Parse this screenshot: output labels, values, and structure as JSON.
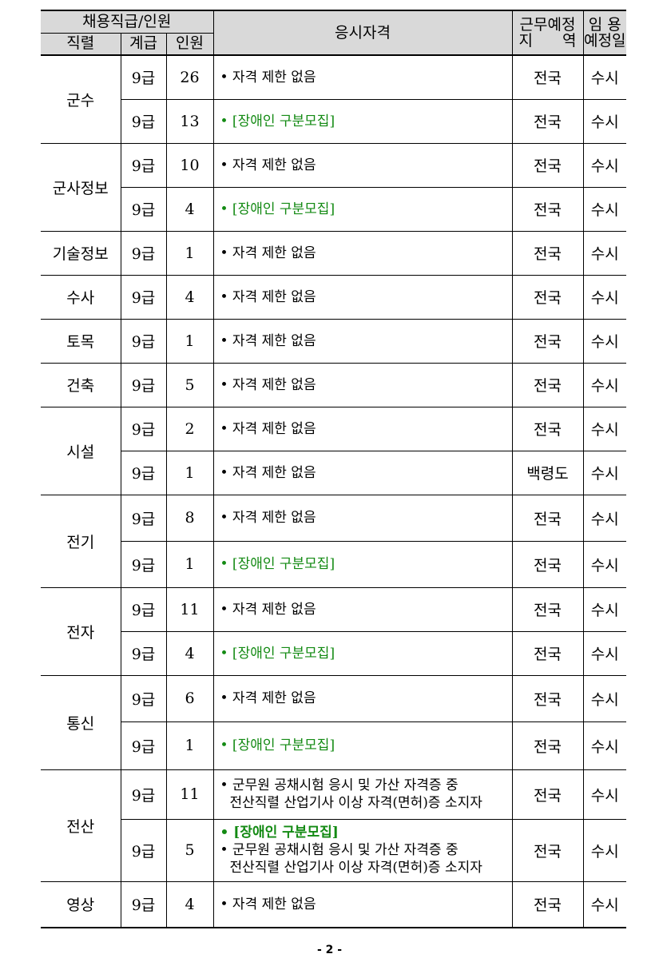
{
  "header": {
    "group_title": "채용직급/인원",
    "col_series": "직렬",
    "col_grade": "계급",
    "col_count": "인원",
    "col_qualification": "응시자격",
    "col_location_line1": "근무예정",
    "col_location_line2a": "지",
    "col_location_line2b": "역",
    "col_date_line1": "임 용",
    "col_date_line2": "예정일"
  },
  "rows": [
    {
      "series": "군수",
      "grade": "9급",
      "count": "26",
      "qual": "• 자격 제한 없음",
      "loc": "전국",
      "date": "수시"
    },
    {
      "grade": "9급",
      "count": "13",
      "qual": "• [장애인 구분모집]",
      "loc": "전국",
      "date": "수시"
    },
    {
      "series": "군사정보",
      "grade": "9급",
      "count": "10",
      "qual": "• 자격 제한 없음",
      "loc": "전국",
      "date": "수시"
    },
    {
      "grade": "9급",
      "count": "4",
      "qual": "• [장애인 구분모집]",
      "loc": "전국",
      "date": "수시"
    },
    {
      "series": "기술정보",
      "grade": "9급",
      "count": "1",
      "qual": "• 자격 제한 없음",
      "loc": "전국",
      "date": "수시"
    },
    {
      "series": "수사",
      "grade": "9급",
      "count": "4",
      "qual": "• 자격 제한 없음",
      "loc": "전국",
      "date": "수시"
    },
    {
      "series": "토목",
      "grade": "9급",
      "count": "1",
      "qual": "• 자격 제한 없음",
      "loc": "전국",
      "date": "수시"
    },
    {
      "series": "건축",
      "grade": "9급",
      "count": "5",
      "qual": "• 자격 제한 없음",
      "loc": "전국",
      "date": "수시"
    },
    {
      "series": "시설",
      "grade": "9급",
      "count": "2",
      "qual": "• 자격 제한 없음",
      "loc": "전국",
      "date": "수시"
    },
    {
      "grade": "9급",
      "count": "1",
      "qual": "• 자격 제한 없음",
      "loc": "백령도",
      "date": "수시"
    },
    {
      "series": "전기",
      "grade": "9급",
      "count": "8",
      "qual": "• 자격 제한 없음",
      "loc": "전국",
      "date": "수시"
    },
    {
      "grade": "9급",
      "count": "1",
      "qual": "• [장애인 구분모집]",
      "loc": "전국",
      "date": "수시"
    },
    {
      "series": "전자",
      "grade": "9급",
      "count": "11",
      "qual": "• 자격 제한 없음",
      "loc": "전국",
      "date": "수시"
    },
    {
      "grade": "9급",
      "count": "4",
      "qual": "• [장애인 구분모집]",
      "loc": "전국",
      "date": "수시"
    },
    {
      "series": "통신",
      "grade": "9급",
      "count": "6",
      "qual": "• 자격 제한 없음",
      "loc": "전국",
      "date": "수시"
    },
    {
      "grade": "9급",
      "count": "1",
      "qual": "• [장애인 구분모집]",
      "loc": "전국",
      "date": "수시"
    },
    {
      "series": "전산",
      "grade": "9급",
      "count": "11",
      "qual_line1": "• 군무원 공채시험 응시 및 가산 자격증 중",
      "qual_line2": "전산직렬 산업기사 이상 자격(면허)증 소지자",
      "loc": "전국",
      "date": "수시"
    },
    {
      "grade": "9급",
      "count": "5",
      "qual_green": "• [장애인 구분모집]",
      "qual_line1": "• 군무원 공채시험 응시 및 가산 자격증 중",
      "qual_line2": "전산직렬 산업기사 이상 자격(면허)증 소지자",
      "loc": "전국",
      "date": "수시"
    },
    {
      "series": "영상",
      "grade": "9급",
      "count": "4",
      "qual": "• 자격 제한 없음",
      "loc": "전국",
      "date": "수시"
    }
  ],
  "footer": {
    "page_number": "- 2 -"
  }
}
